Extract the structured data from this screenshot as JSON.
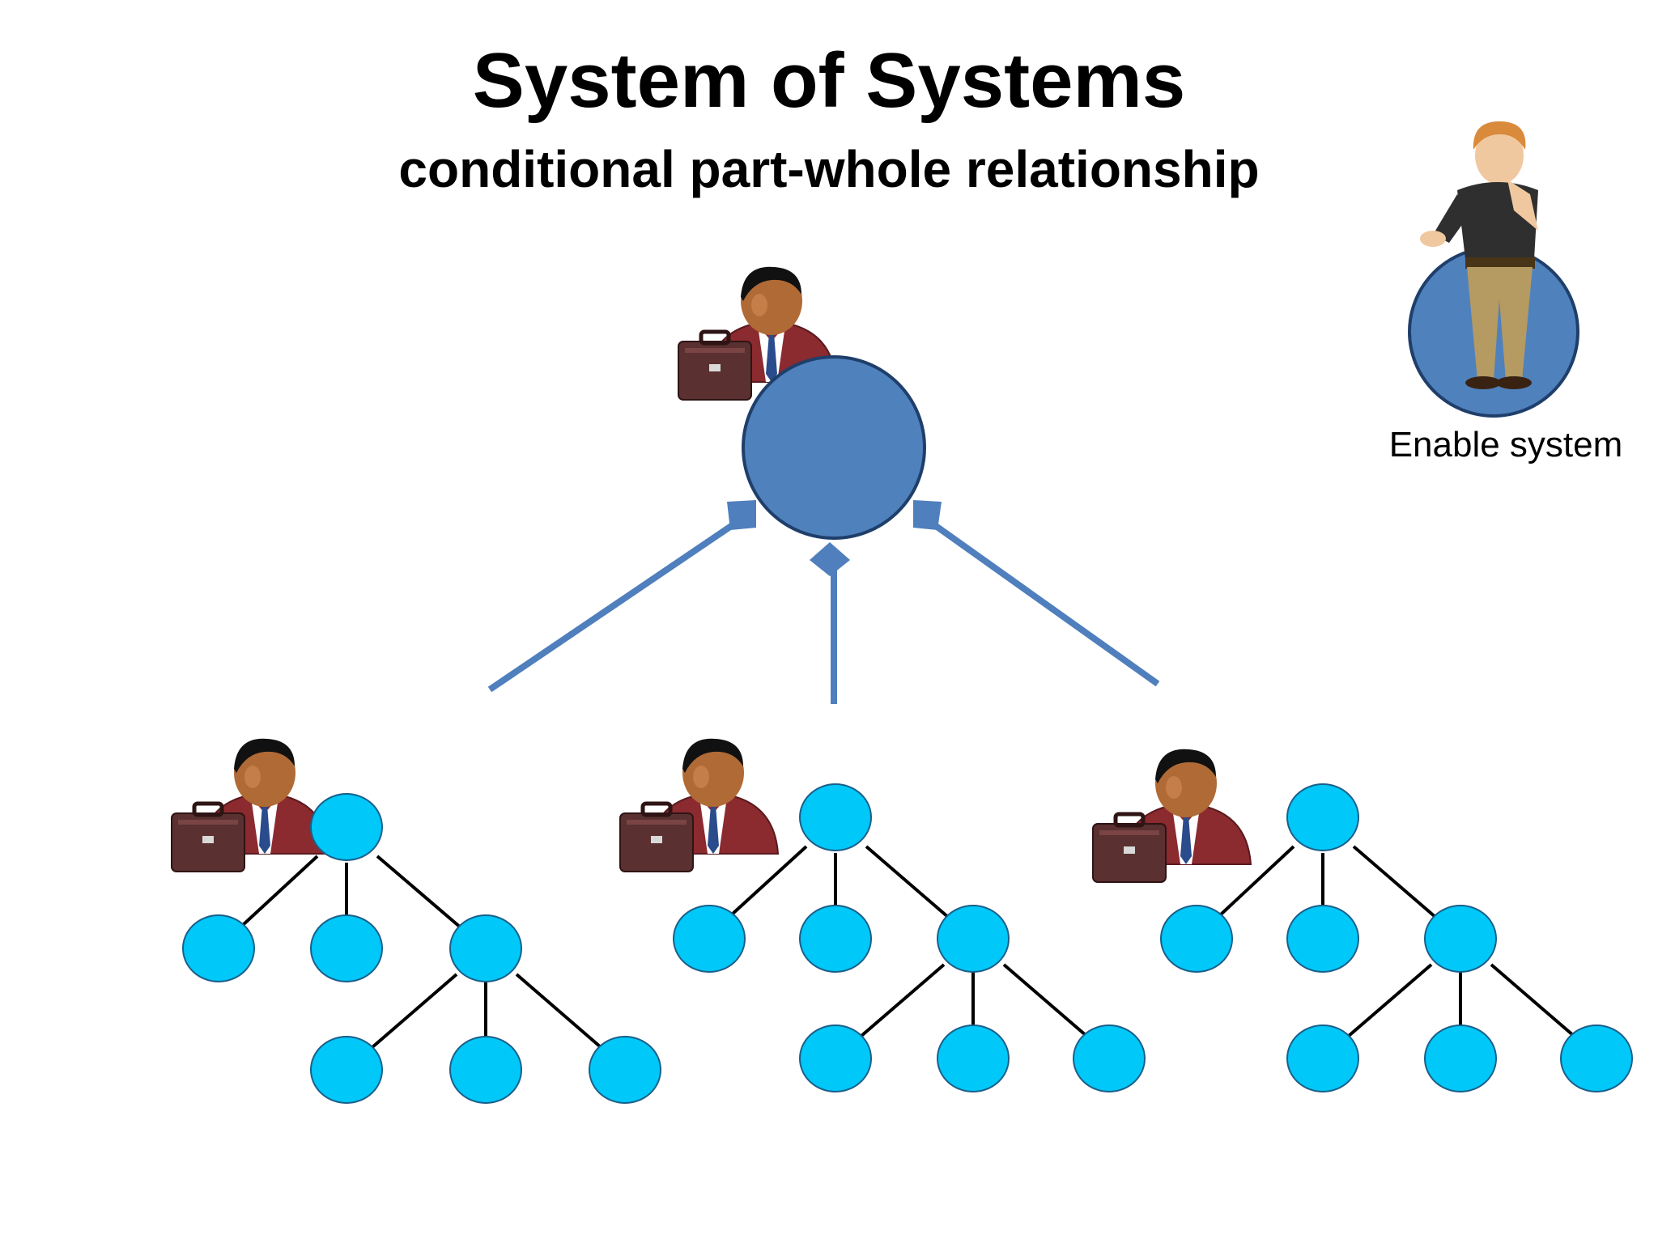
{
  "slide": {
    "title": "System of Systems",
    "subtitle": "conditional part-whole relationship",
    "enable_label": "Enable system"
  },
  "colors": {
    "main_circle": "#4f81bd",
    "main_circle_stroke": "#1f3f6b",
    "node_fill": "#00c8f8",
    "node_stroke": "#1a5f8a",
    "edge": "#000000",
    "connector": "#4f7fbd",
    "suit": "#8b2a2f",
    "skin": "#b06a35",
    "hair": "#111111",
    "briefcase": "#5a3030",
    "tie": "#2a4c8c"
  },
  "icons": {
    "manager": "businessman-icon",
    "enabler": "thinking-man-icon"
  }
}
